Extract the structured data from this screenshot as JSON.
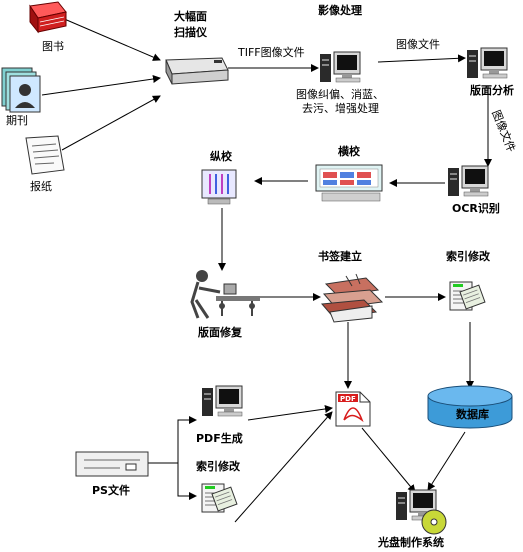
{
  "labels": {
    "books": "图书",
    "journals": "期刊",
    "newspapers": "报纸",
    "scanner_line1": "大幅面",
    "scanner_line2": "扫描仪",
    "image_processing": "影像处理",
    "tiff_file": "TIFF图像文件",
    "image_file_top": "图像文件",
    "proc_line1": "图像纠偏、消蓝、",
    "proc_line2": "去污、增强处理",
    "layout_analysis": "版面分析",
    "image_file_vertical": "图像文件",
    "ocr": "OCR识别",
    "cross_check": "横校",
    "vertical_check": "纵校",
    "layout_repair": "版面修复",
    "bookmark": "书签建立",
    "index_edit_top": "索引修改",
    "database": "数据库",
    "pdf_generate": "PDF生成",
    "ps_file": "PS文件",
    "index_edit_bottom": "索引修改",
    "disc_system": "光盘制作系统",
    "pdf_icon_text": "PDF"
  },
  "colors": {
    "book_red": "#d02020",
    "database_blue": "#3d9bd8",
    "screen_blue": "#1e4fb0",
    "green_tab": "#22cc22",
    "pdf_red": "#d81c1c"
  }
}
